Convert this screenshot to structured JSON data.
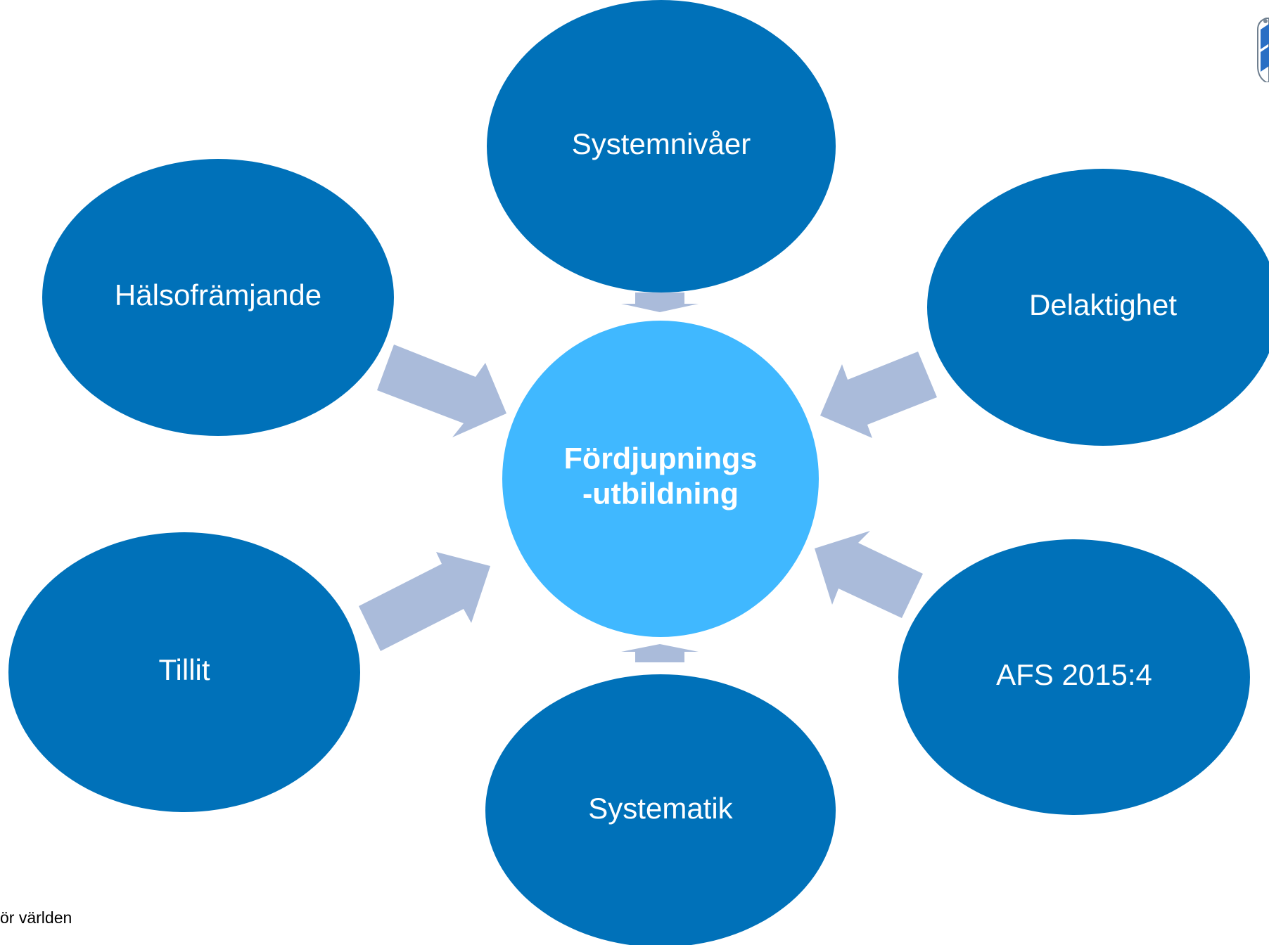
{
  "center": {
    "line1": "Fördjupnings",
    "line2": "-utbildning"
  },
  "nodes": {
    "top": "Systemnivåer",
    "right_upper": "Delaktighet",
    "right_lower": "AFS 2015:4",
    "bottom": "Systematik",
    "left_lower": "Tillit",
    "left_upper": "Hälsofrämjande"
  },
  "footer": {
    "text": "ör världen"
  },
  "colors": {
    "outer_node": "#0071B9",
    "center_node": "#40B8FF",
    "arrow": "#AABBDA",
    "label_text": "#FFFFFF"
  },
  "logo": {
    "icon": "university-seal-icon"
  }
}
